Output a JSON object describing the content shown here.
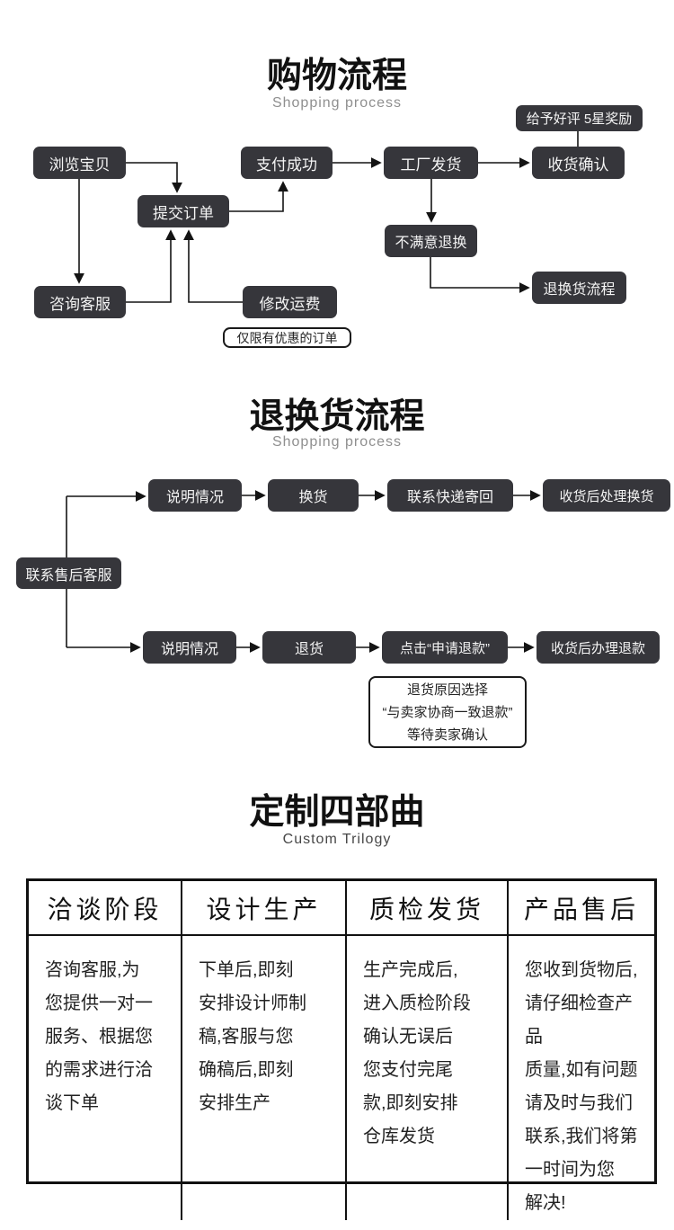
{
  "colors": {
    "node_bg": "#36363b",
    "node_text": "#f4f4f4",
    "arrow": "#141414",
    "table_border": "#111111",
    "subtitle_gray": "#8f8f8f",
    "subtitle_dark": "#474747"
  },
  "s1": {
    "title": "购物流程",
    "subtitle": "Shopping process",
    "nodes": {
      "browse": "浏览宝贝",
      "pay": "支付成功",
      "factory": "工厂发货",
      "confirm": "收货确认",
      "praise": "给予好评 5星奖励",
      "submit": "提交订单",
      "consult": "咨询客服",
      "postage": "修改运费",
      "note": "仅限有优惠的订单",
      "unsat": "不满意退换",
      "return_flow": "退换货流程"
    }
  },
  "s2": {
    "title": "退换货流程",
    "subtitle": "Shopping process",
    "nodes": {
      "hub": "联系售后客服",
      "explain1": "说明情况",
      "exchange": "换货",
      "courier": "联系快递寄回",
      "handle_exchange": "收货后处理换货",
      "explain2": "说明情况",
      "return_goods": "退货",
      "apply_refund": "点击“申请退款”",
      "handle_refund": "收货后办理退款",
      "note": "退货原因选择\n“与卖家协商一致退款”\n等待卖家确认"
    }
  },
  "s3": {
    "title": "定制四部曲",
    "subtitle": "Custom Trilogy",
    "table": {
      "headers": [
        "洽谈阶段",
        "设计生产",
        "质检发货",
        "产品售后"
      ],
      "cells": [
        "咨询客服,为\n您提供一对一\n服务、根据您\n的需求进行洽\n谈下单",
        "下单后,即刻\n安排设计师制\n稿,客服与您\n确稿后,即刻\n安排生产",
        "生产完成后,\n进入质检阶段\n确认无误后\n您支付完尾\n款,即刻安排\n仓库发货",
        "您收到货物后,\n请仔细检查产品\n质量,如有问题\n请及时与我们\n联系,我们将第\n一时间为您\n解决!"
      ]
    }
  }
}
